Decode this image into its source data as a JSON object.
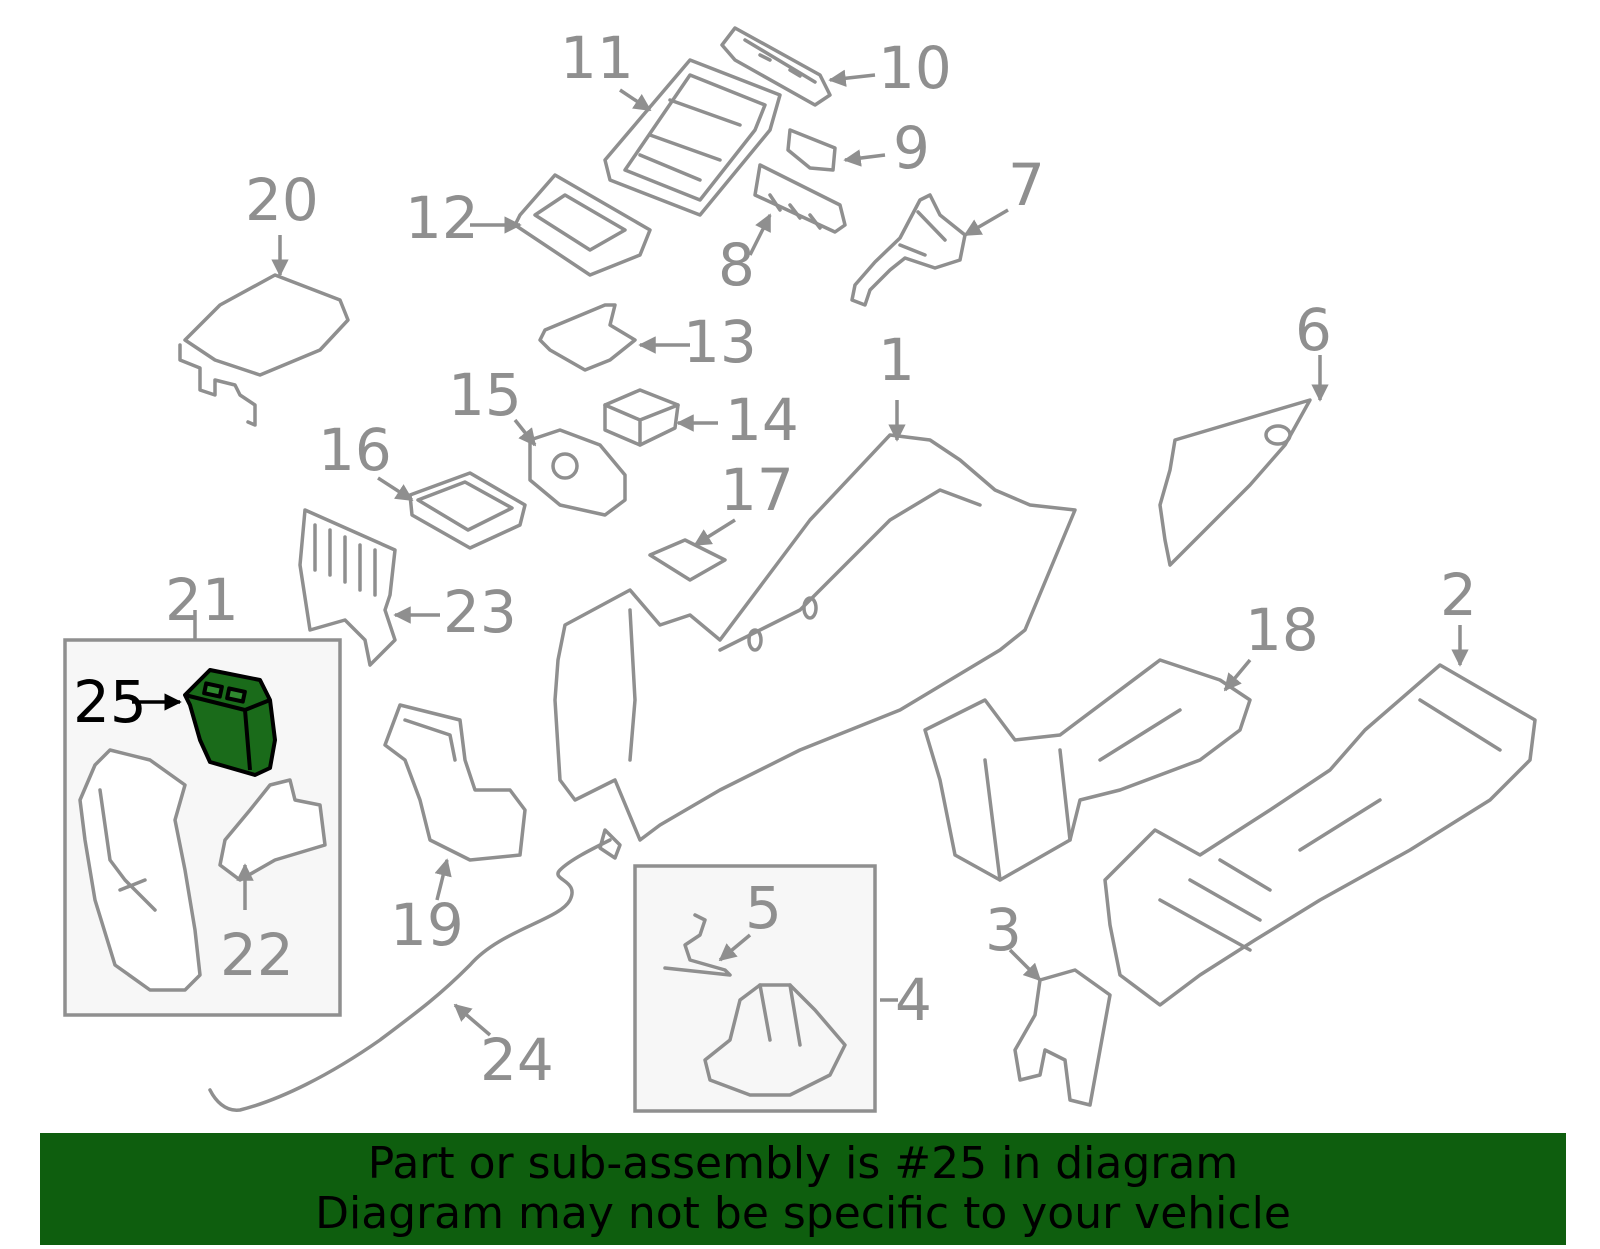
{
  "diagram": {
    "highlighted_part": "25",
    "highlight_color": "#1a6b1a",
    "line_color": "#8f8f8f",
    "callouts": [
      "1",
      "2",
      "3",
      "4",
      "5",
      "6",
      "7",
      "8",
      "9",
      "10",
      "11",
      "12",
      "13",
      "14",
      "15",
      "16",
      "17",
      "18",
      "19",
      "20",
      "21",
      "22",
      "23",
      "24",
      "25"
    ]
  },
  "banner": {
    "background": "#0e5e0e",
    "line1": "Part or sub-assembly is #25 in diagram",
    "line2": "Diagram may not be specific to your vehicle"
  }
}
